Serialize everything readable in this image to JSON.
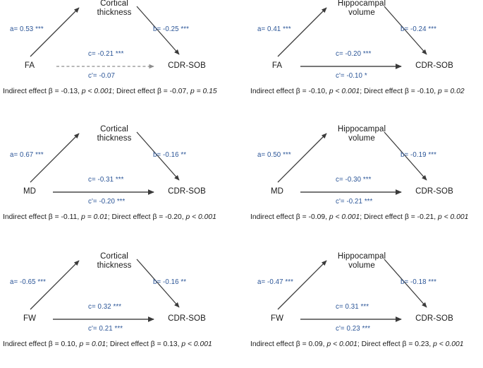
{
  "figure": {
    "type": "mediation-diagram-grid",
    "rows": 3,
    "cols": 2,
    "accent_color": "#2b5597",
    "line_color": "#3a3a3a",
    "dashed_line_color": "#8d8d8d"
  },
  "panels": [
    {
      "id": "fa-cortical-thickness",
      "predictor": "FA",
      "mediator": "Cortical\nthickness",
      "outcome": "CDR-SOB",
      "a_label": "a= 0.53 ***",
      "b_label": "b= -0.25 ***",
      "c_label": "c= -0.21 ***",
      "cprime_label": "c'= -0.07",
      "direct_path_style": "dashed",
      "caption": {
        "indirect_prefix": "Indirect effect β = -0.13, ",
        "indirect_p": "p < 0.001",
        "separator": "; Direct effect β = -0.07, ",
        "direct_p": "p = 0.15"
      }
    },
    {
      "id": "fa-hippocampal-volume",
      "predictor": "FA",
      "mediator": "Hippocampal\nvolume",
      "outcome": "CDR-SOB",
      "a_label": "a= 0.41 ***",
      "b_label": "b= -0.24 ***",
      "c_label": "c= -0.20 ***",
      "cprime_label": "c'= -0.10 *",
      "direct_path_style": "solid",
      "caption": {
        "indirect_prefix": "Indirect effect β = -0.10, ",
        "indirect_p": "p < 0.001",
        "separator": "; Direct effect β = -0.10, ",
        "direct_p": "p = 0.02"
      }
    },
    {
      "id": "md-cortical-thickness",
      "predictor": "MD",
      "mediator": "Cortical\nthickness",
      "outcome": "CDR-SOB",
      "a_label": "a= 0.67 ***",
      "b_label": "b= -0.16 **",
      "c_label": "c= -0.31 ***",
      "cprime_label": "c'= -0.20 ***",
      "direct_path_style": "solid",
      "caption": {
        "indirect_prefix": "Indirect effect β = -0.11, ",
        "indirect_p": "p = 0.01",
        "separator": "; Direct effect β = -0.20, ",
        "direct_p": "p < 0.001"
      }
    },
    {
      "id": "md-hippocampal-volume",
      "predictor": "MD",
      "mediator": "Hippocampal\nvolume",
      "outcome": "CDR-SOB",
      "a_label": "a= 0.50 ***",
      "b_label": "b= -0.19 ***",
      "c_label": "c= -0.30 ***",
      "cprime_label": "c'= -0.21 ***",
      "direct_path_style": "solid",
      "caption": {
        "indirect_prefix": "Indirect effect β = -0.09, ",
        "indirect_p": "p < 0.001",
        "separator": "; Direct effect β = -0.21, ",
        "direct_p": "p < 0.001"
      }
    },
    {
      "id": "fw-cortical-thickness",
      "predictor": "FW",
      "mediator": "Cortical\nthickness",
      "outcome": "CDR-SOB",
      "a_label": "a= -0.65 ***",
      "b_label": "b= -0.16 **",
      "c_label": "c= 0.32 ***",
      "cprime_label": "c'= 0.21 ***",
      "direct_path_style": "solid",
      "caption": {
        "indirect_prefix": "Indirect effect β = 0.10, ",
        "indirect_p": "p = 0.01",
        "separator": "; Direct effect β = 0.13, ",
        "direct_p": "p < 0.001"
      }
    },
    {
      "id": "fw-hippocampal-volume",
      "predictor": "FW",
      "mediator": "Hippocampal\nvolume",
      "outcome": "CDR-SOB",
      "a_label": "a= -0.47 ***",
      "b_label": "b= -0.18 ***",
      "c_label": "c= 0.31 ***",
      "cprime_label": "c'= 0.23 ***",
      "direct_path_style": "solid",
      "caption": {
        "indirect_prefix": "Indirect effect β = 0.09, ",
        "indirect_p": "p < 0.001",
        "separator": "; Direct effect β = 0.23, ",
        "direct_p": "p < 0.001"
      }
    }
  ]
}
